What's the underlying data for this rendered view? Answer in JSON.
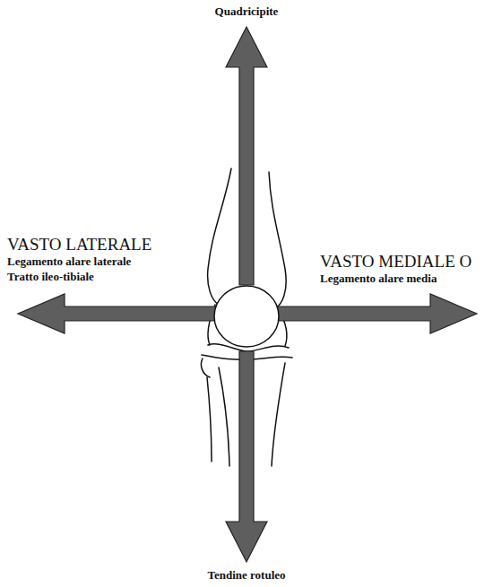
{
  "diagram": {
    "labels": [
      "Quadricipite",
      "VASTO LATERALE",
      "Legamento alare laterale",
      "Tratto ileo-tibiale",
      "VASTO MEDIALE O",
      "Legamento alare media",
      "Tendine rotuleo"
    ]
  }
}
